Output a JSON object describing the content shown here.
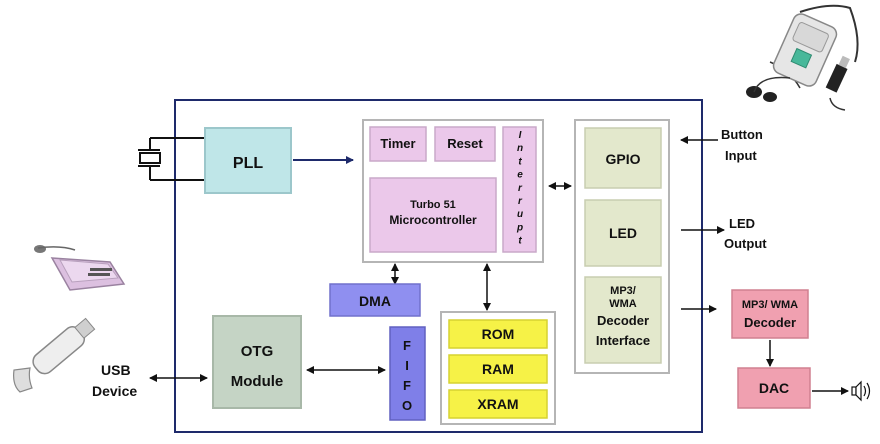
{
  "blocks": {
    "pll": "PLL",
    "timer": "Timer",
    "reset": "Reset",
    "interrupt": [
      "I",
      "n",
      "t",
      "e",
      "r",
      "r",
      "u",
      "p",
      "t"
    ],
    "mcu_line1": "Turbo 51",
    "mcu_line2": "Microcontroller",
    "gpio": "GPIO",
    "led": "LED",
    "decoder_iface_line1": "MP3/",
    "decoder_iface_line2": "WMA",
    "decoder_iface_line3": "Decoder",
    "decoder_iface_line4": "Interface",
    "dma": "DMA",
    "otg_line1": "OTG",
    "otg_line2": "Module",
    "fifo": [
      "F",
      "I",
      "F",
      "O"
    ],
    "rom": "ROM",
    "ram": "RAM",
    "xram": "XRAM",
    "ext_decoder_line1": "MP3/ WMA",
    "ext_decoder_line2": "Decoder",
    "dac": "DAC"
  },
  "labels": {
    "button_line1": "Button",
    "button_line2": "Input",
    "led_out_line1": "LED",
    "led_out_line2": "Output",
    "usb_line1": "USB",
    "usb_line2": "Device"
  },
  "colors": {
    "pll": "#bfe6e8",
    "pink": "#ebc8ea",
    "gpio_green": "#e3e8cc",
    "dma_blue": "#8f8ff0",
    "otg_gray": "#c5d4c5",
    "fifo_blue": "#7f7fe8",
    "memory_yellow": "#f6f247",
    "decoder_red": "#f0a0b0"
  },
  "icons": [
    "crystal-oscillator-icon",
    "mp3-player-icon",
    "card-reader-icon",
    "usb-stick-icon",
    "speaker-icon"
  ]
}
